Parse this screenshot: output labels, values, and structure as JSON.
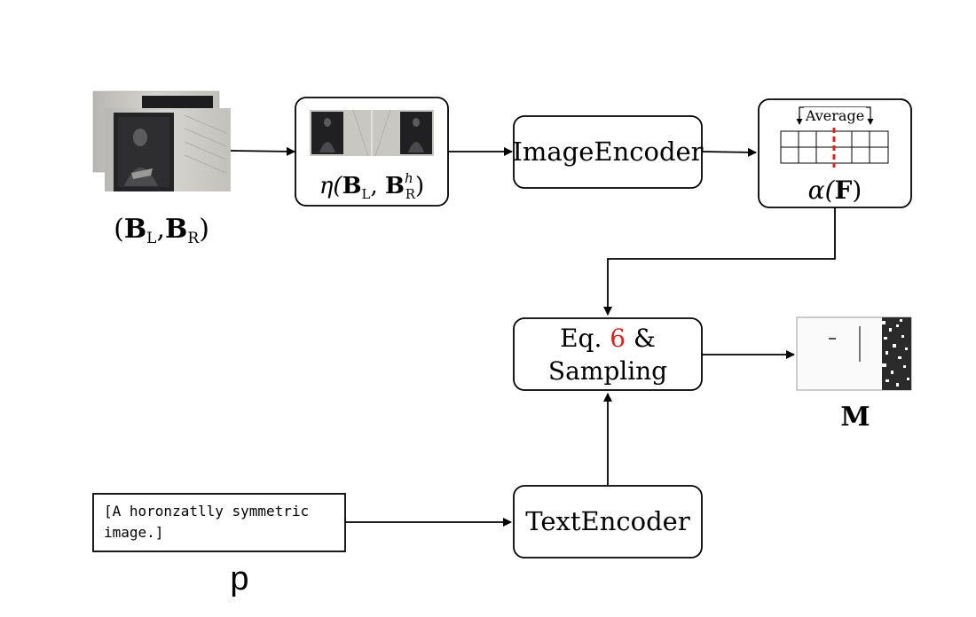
{
  "inputs": {
    "image_pair_label_parts": [
      "(",
      "B",
      "L",
      ",",
      "B",
      "R",
      ")"
    ]
  },
  "flip_box": {
    "label_parts": [
      "η(",
      "B",
      "L",
      ", ",
      "B",
      "h",
      "R",
      ")"
    ]
  },
  "image_encoder": {
    "label": "ImageEncoder"
  },
  "pooling_box": {
    "average_label": "Average",
    "label_parts": [
      "α(",
      "F",
      ")"
    ]
  },
  "fusion_box": {
    "line1_prefix": "Eq. ",
    "line1_ref": "6",
    "line1_suffix": " &",
    "line2": "Sampling",
    "ref_color": "#e0201b"
  },
  "mask_output": {
    "label": "M"
  },
  "text_encoder": {
    "label": "TextEncoder"
  },
  "prompt": {
    "line1": "[A horonzatlly symmetric",
    "line2": "image.]",
    "label": "p"
  },
  "colors": {
    "stroke": "#000000",
    "red_marker": "#e0201b"
  }
}
